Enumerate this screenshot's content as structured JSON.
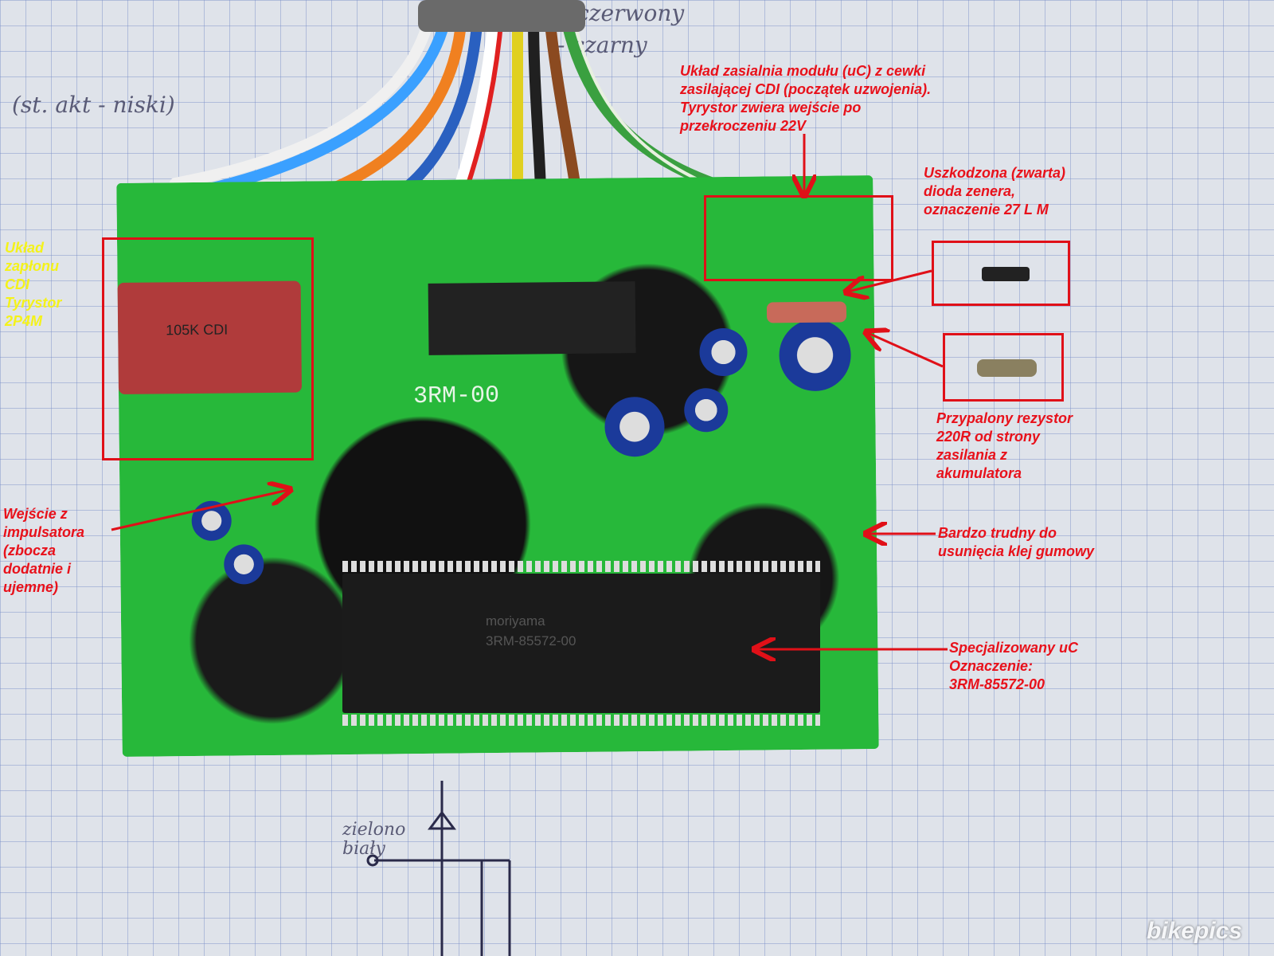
{
  "annotations": {
    "ignition": "Układ\nzapłonu\nCDI\nTyrystor\n2P4M",
    "power_supply": "Układ zasialnia modułu (uC) z cewki\nzasilającej CDI (początek uzwojenia).\nTyrystor zwiera wejście po\nprzekroczeniu 22V",
    "zener": "Uszkodzona (zwarta)\ndioda zenera,\noznaczenie 27 L M",
    "resistor": "Przypalony rezystor\n220R od strony\nzasilania z\nakumulatora",
    "pulser_input": "Wejście z\nimpulsatora\n(zbocza\ndodatnie i\nujemne)",
    "glue": "Bardzo trudny do\nusunięcia klej gumowy",
    "uc": "Specjalizowany uC\nOznaczenie:\n3RM-85572-00"
  },
  "board": {
    "marking": "3RM-00",
    "chip_brand": "moriyama",
    "chip_code": "3RM-85572-00",
    "cap_marking": "105K CDI"
  },
  "handwriting": {
    "top_left": "(st. akt - niski)",
    "top_1": "o - czerwony",
    "top_2": "- czarny",
    "bottom": "zielono\nbiały"
  },
  "watermark": "bikepics",
  "colors": {
    "annotation_red": "#e8111b",
    "annotation_yellow": "#f4f21a",
    "pcb_green": "#27b83a"
  }
}
